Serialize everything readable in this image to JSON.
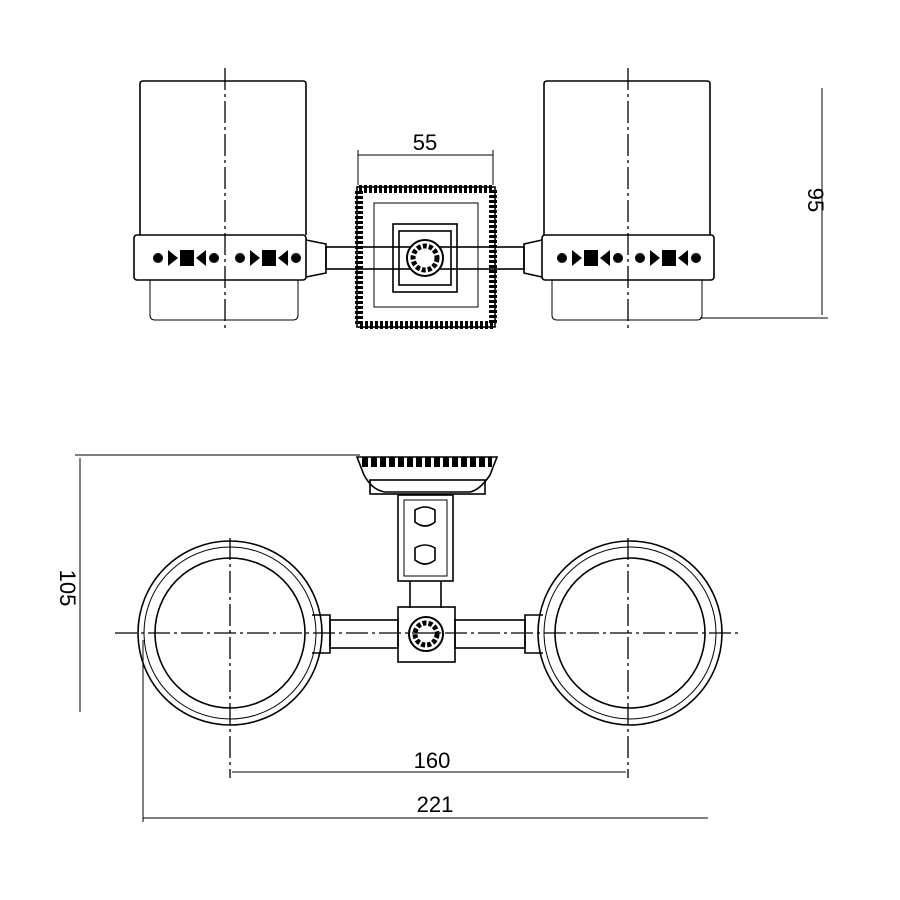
{
  "title": "Double tumbler holder technical drawing",
  "dimensions": {
    "plate_width": "55",
    "height": "95",
    "depth": "105",
    "center_distance": "160",
    "overall_width": "221"
  },
  "colors": {
    "line": "#000000",
    "background": "#ffffff"
  }
}
